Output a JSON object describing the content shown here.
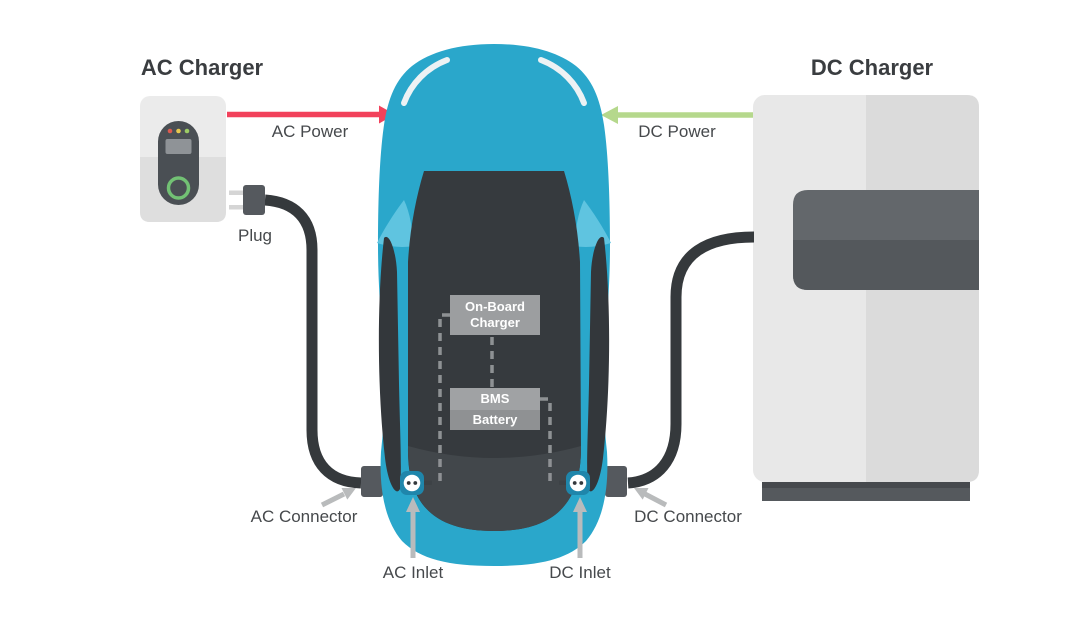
{
  "colors": {
    "car_teal": "#2aa7cb",
    "mirror_blue": "#5fc4e0",
    "cabin_dark": "#363a3e",
    "ac_power_red": "#f2415b",
    "dc_power_green": "#b5d88c",
    "cable_charcoal": "#35393c",
    "callout_gray": "#b9bbbc",
    "dashed_gray": "#8e9194"
  },
  "left_side": {
    "title": "AC Charger",
    "power_label": "AC Power",
    "plug_label": "Plug",
    "connector_label": "AC Connector",
    "inlet_label": "AC Inlet"
  },
  "right_side": {
    "title": "DC Charger",
    "power_label": "DC Power",
    "connector_label": "DC Connector",
    "inlet_label": "DC Inlet"
  },
  "car": {
    "on_board_charger_label": "On-Board Charger",
    "bms_label": "BMS",
    "battery_label": "Battery"
  }
}
